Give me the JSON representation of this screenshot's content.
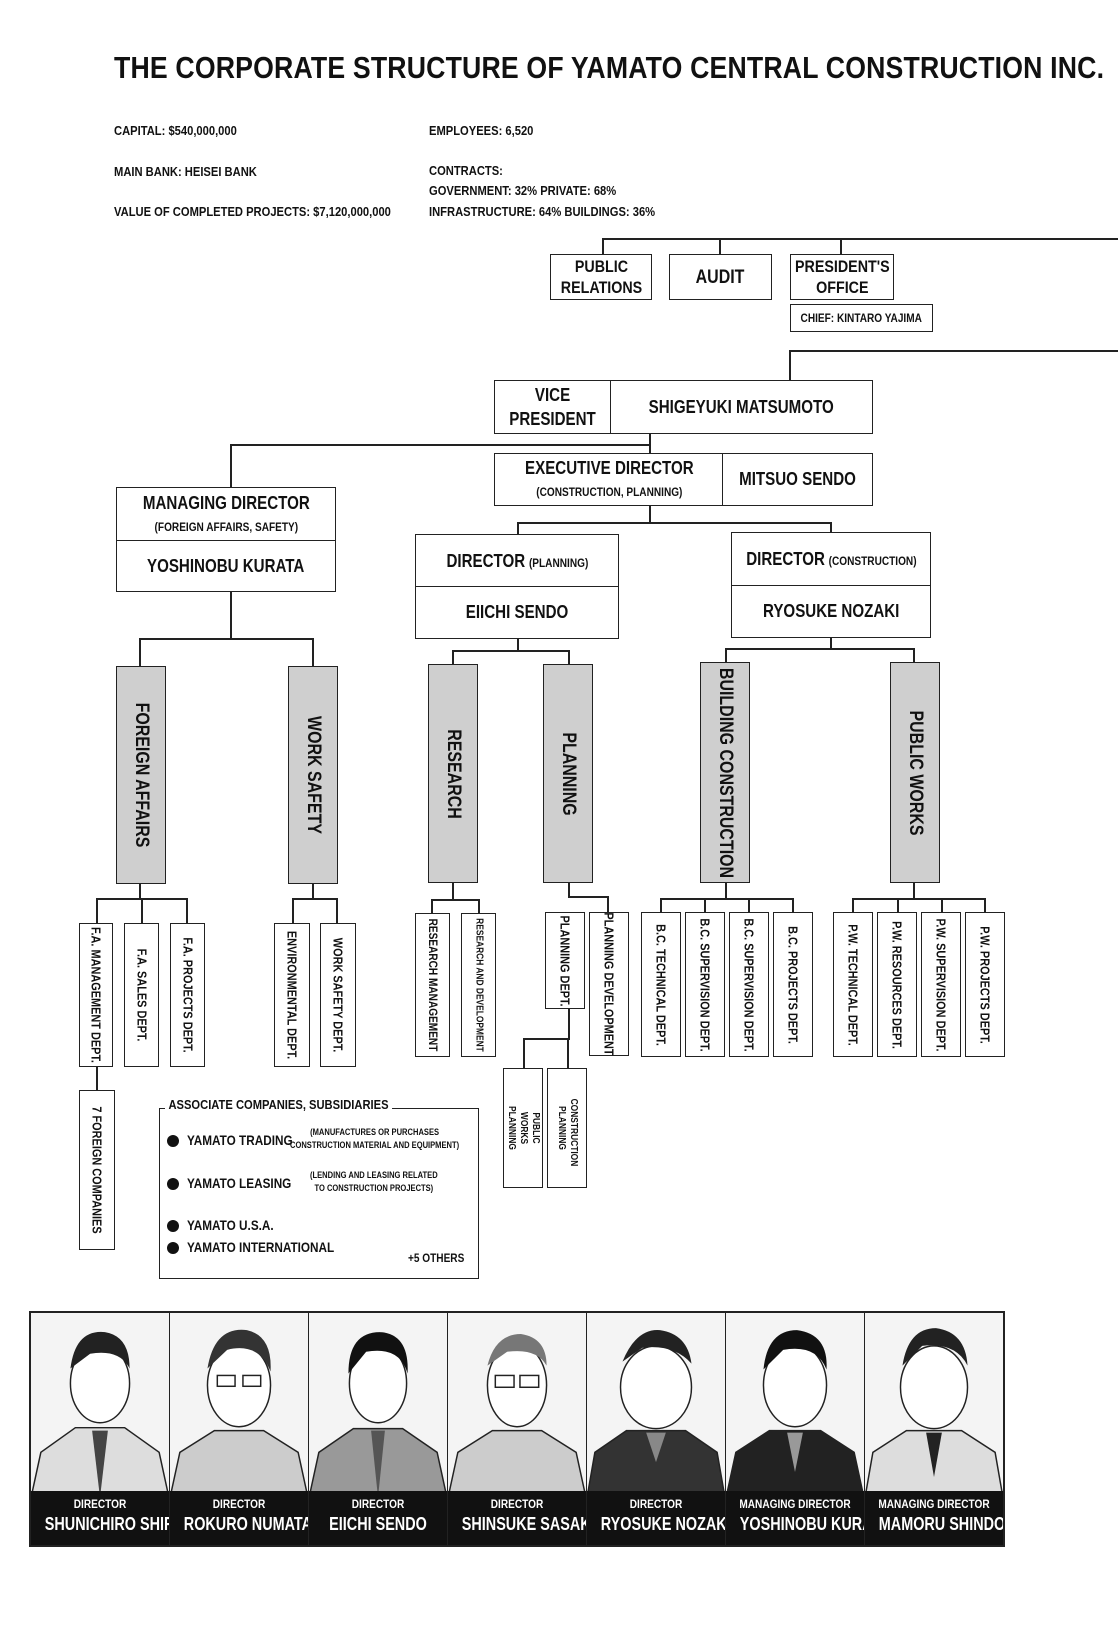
{
  "title": "THE CORPORATE STRUCTURE OF YAMATO CENTRAL CONSTRUCTION INC.",
  "stats": {
    "capital": "CAPITAL: $540,000,000",
    "main_bank": "MAIN BANK: HEISEI BANK",
    "completed": "VALUE OF COMPLETED PROJECTS: $7,120,000,000",
    "employees": "EMPLOYEES: 6,520",
    "contracts": "CONTRACTS:",
    "gov_private": "GOVERNMENT: 32% PRIVATE: 68%",
    "infra_buildings": "INFRASTRUCTURE: 64% BUILDINGS: 36%"
  },
  "top": {
    "pr_line1": "PUBLIC",
    "pr_line2": "RELATIONS",
    "audit": "AUDIT",
    "po_line1": "PRESIDENT'S",
    "po_line2": "OFFICE",
    "po_chief": "CHIEF: KINTARO YAJIMA"
  },
  "vp": {
    "title1": "VICE",
    "title2": "PRESIDENT",
    "name": "SHIGEYUKI MATSUMOTO"
  },
  "exec": {
    "title": "EXECUTIVE DIRECTOR",
    "sub": "(CONSTRUCTION, PLANNING)",
    "name": "MITSUO SENDO"
  },
  "md": {
    "title": "MANAGING DIRECTOR",
    "sub": "(FOREIGN AFFAIRS, SAFETY)",
    "name": "YOSHINOBU KURATA"
  },
  "dir_planning": {
    "title": "DIRECTOR",
    "sub": "(PLANNING)",
    "name": "EIICHI SENDO"
  },
  "dir_construction": {
    "title": "DIRECTOR",
    "sub": "(CONSTRUCTION)",
    "name": "RYOSUKE NOZAKI"
  },
  "divisions": {
    "foreign": "FOREIGN AFFAIRS",
    "safety": "WORK SAFETY",
    "research": "RESEARCH",
    "planning": "PLANNING",
    "building": "BUILDING CONSTRUCTION",
    "public_works": "PUBLIC WORKS"
  },
  "depts": {
    "fa_mgmt": "F.A. MANAGEMENT DEPT.",
    "fa_sales": "F.A. SALES DEPT.",
    "fa_projects": "F.A. PROJECTS DEPT.",
    "env": "ENVIRONMENTAL DEPT.",
    "ws": "WORK SAFETY DEPT.",
    "res_mgmt": "RESEARCH MANAGEMENT",
    "res_dev": "RESEARCH AND DEVELOPMENT",
    "plan_dept": "PLANNING DEPT.",
    "plan_dev": "PLANNING DEVELOPMENT",
    "bc_tech": "B.C. TECHNICAL DEPT.",
    "bc_sup1": "B.C. SUPERVISION DEPT.",
    "bc_sup2": "B.C. SUPERVISION DEPT.",
    "bc_proj": "B.C. PROJECTS DEPT.",
    "pw_tech": "P.W. TECHNICAL DEPT.",
    "pw_res": "P.W. RESOURCES DEPT.",
    "pw_sup": "P.W. SUPERVISION DEPT.",
    "pw_proj": "P.W. PROJECTS DEPT.",
    "foreign_cos": "7 FOREIGN COMPANIES",
    "pw_planning": "PUBLIC WORKS PLANNING",
    "con_planning": "CONSTRUCTION PLANNING"
  },
  "associates": {
    "title": "ASSOCIATE COMPANIES, SUBSIDIARIES",
    "trading": "YAMATO TRADING",
    "trading_note1": "(MANUFACTURES OR PURCHASES",
    "trading_note2": "CONSTRUCTION MATERIAL AND EQUIPMENT)",
    "leasing": "YAMATO LEASING",
    "leasing_note1": "(LENDING AND LEASING RELATED",
    "leasing_note2": "TO CONSTRUCTION PROJECTS)",
    "usa": "YAMATO U.S.A.",
    "intl": "YAMATO INTERNATIONAL",
    "others": "+5 OTHERS"
  },
  "portraits": [
    {
      "role": "DIRECTOR",
      "name": "SHUNICHIRO SHIRAI"
    },
    {
      "role": "DIRECTOR",
      "name": "ROKURO NUMATA"
    },
    {
      "role": "DIRECTOR",
      "name": "EIICHI SENDO"
    },
    {
      "role": "DIRECTOR",
      "name": "SHINSUKE SASAKI"
    },
    {
      "role": "DIRECTOR",
      "name": "RYOSUKE NOZAKI"
    },
    {
      "role": "MANAGING DIRECTOR",
      "name": "YOSHINOBU KURATA"
    },
    {
      "role": "MANAGING DIRECTOR",
      "name": "MAMORU SHINDO"
    }
  ]
}
